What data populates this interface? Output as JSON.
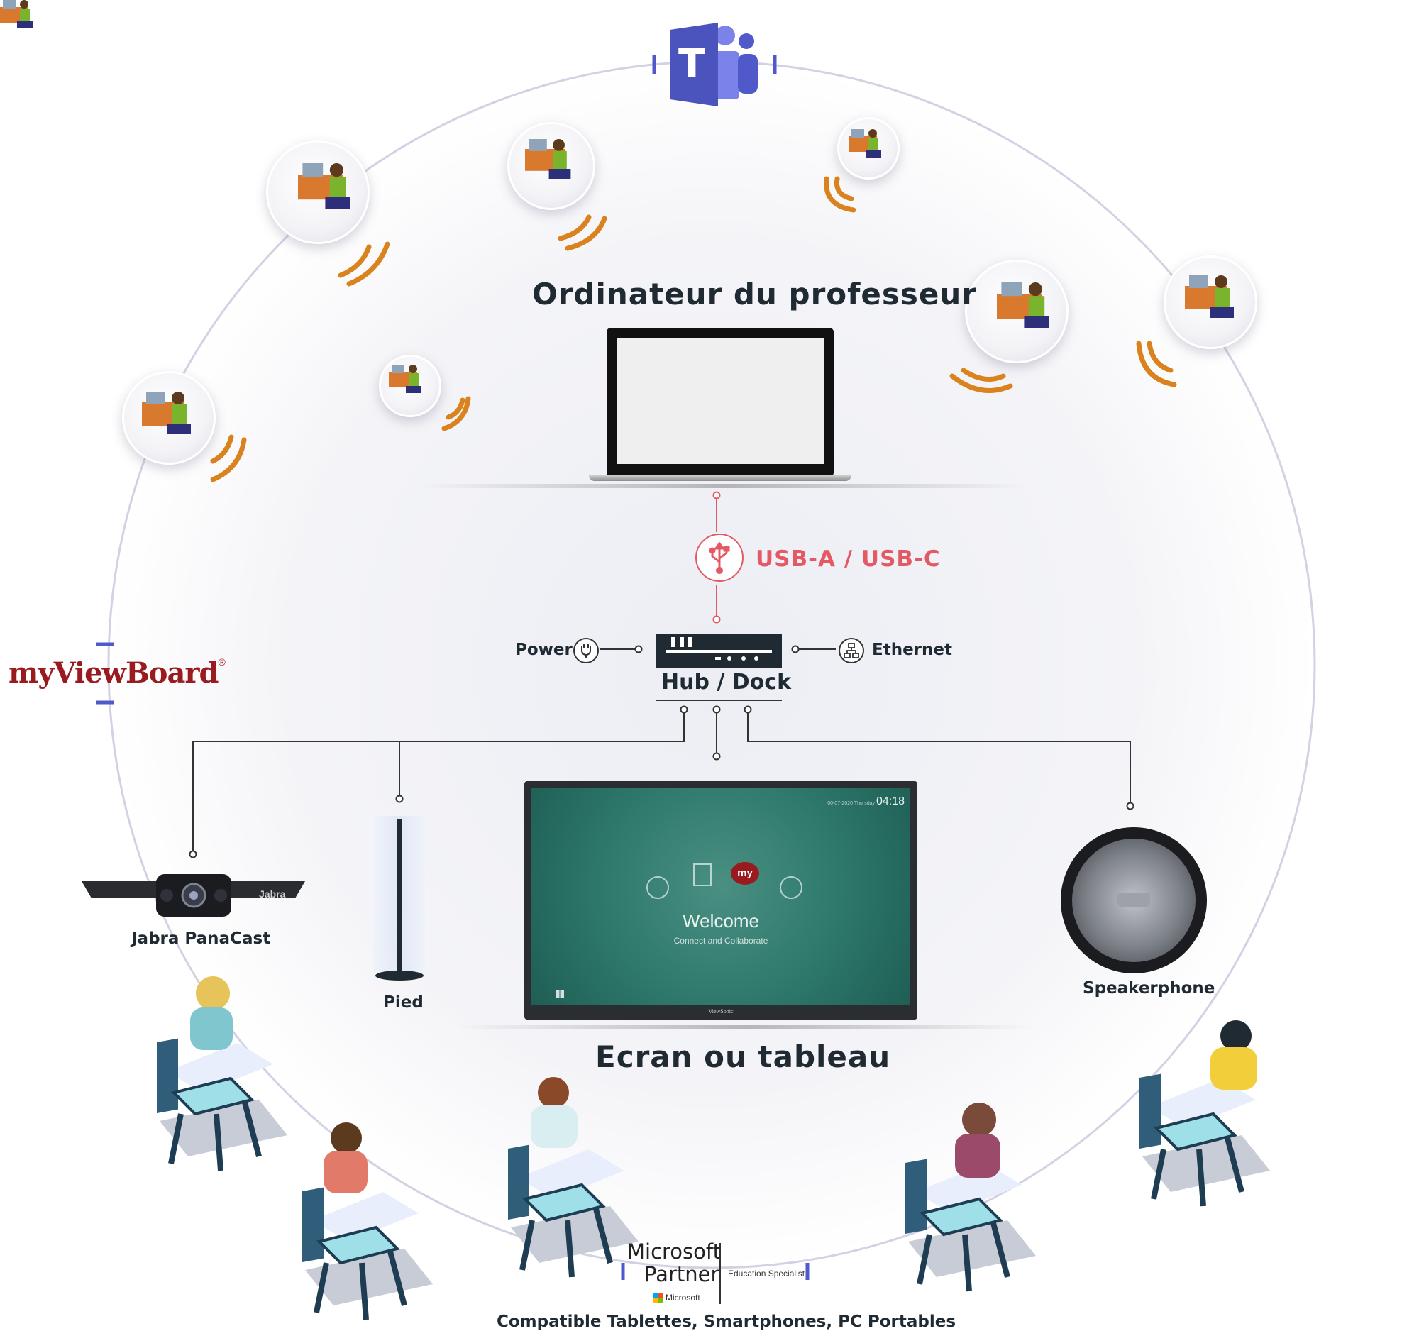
{
  "labels": {
    "teacher_computer": "Ordinateur du professeur",
    "connection": "USB-A / USB-C",
    "power": "Power",
    "ethernet": "Ethernet",
    "hub": "Hub / Dock",
    "camera": "Jabra PanaCast",
    "stand": "Pied",
    "speakerphone": "Speakerphone",
    "display": "Ecran ou tableau",
    "compatibility": "Compatible Tablettes, Smartphones, PC Portables"
  },
  "camera_brand": "Jabra",
  "brand_logo": {
    "text": "myViewBoard",
    "mark": "®"
  },
  "teams_logo": {
    "letter": "T",
    "color": "#5059c9"
  },
  "microsoft_partner": {
    "line1": "Microsoft",
    "line2": "Partner",
    "footer": "Microsoft",
    "designation": "Education Specialist"
  },
  "display_screen": {
    "time": "04:18",
    "date_small": "00-07-2020 Thursday",
    "app_badge": "my",
    "welcome": "Welcome",
    "subtitle": "Connect and Collaborate",
    "bezel_brand": "ViewSonic"
  },
  "colors": {
    "accent_usb": "#e45a64",
    "signal": "#d9821e",
    "ring": "#d3d2e4",
    "teams": "#5059c9",
    "brand": "#9a1b1f",
    "dark": "#1f2a33"
  },
  "icons": [
    "teams-logo-icon",
    "usb-icon",
    "power-plug-icon",
    "ethernet-icon",
    "hub-dock-icon",
    "laptop-icon",
    "camera-icon",
    "stand-icon",
    "speakerphone-icon",
    "display-icon",
    "student-desk-icon",
    "wifi-signal-icon",
    "windows-logo-icon"
  ]
}
